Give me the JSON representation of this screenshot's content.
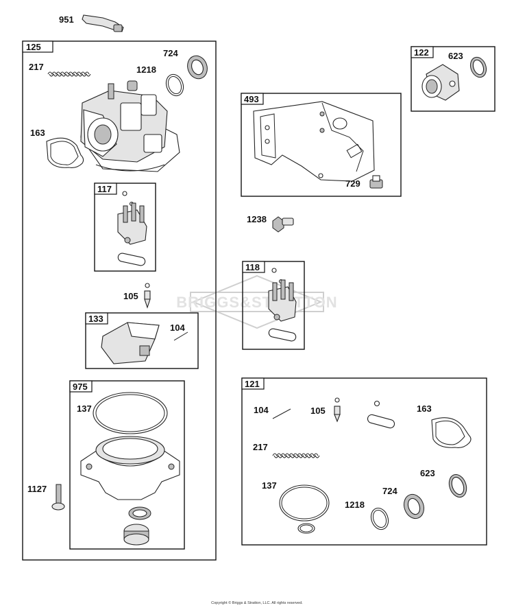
{
  "watermark": "BRIGGS&STRATTON",
  "copyright": "Copyright © Briggs & Stratton, LLC. All rights reserved.",
  "labels": {
    "p951": "951",
    "g125": "125",
    "p217a": "217",
    "p724a": "724",
    "p1218a": "1218",
    "p163a": "163",
    "g117": "117",
    "p105a": "105",
    "g133": "133",
    "p104a": "104",
    "g975": "975",
    "p137a": "137",
    "p1127": "1127",
    "g122": "122",
    "p623a": "623",
    "g493": "493",
    "p729": "729",
    "p1238": "1238",
    "g118": "118",
    "g121": "121",
    "p104b": "104",
    "p105b": "105",
    "p163b": "163",
    "p217b": "217",
    "p623b": "623",
    "p137b": "137",
    "p724b": "724",
    "p1218b": "1218"
  }
}
